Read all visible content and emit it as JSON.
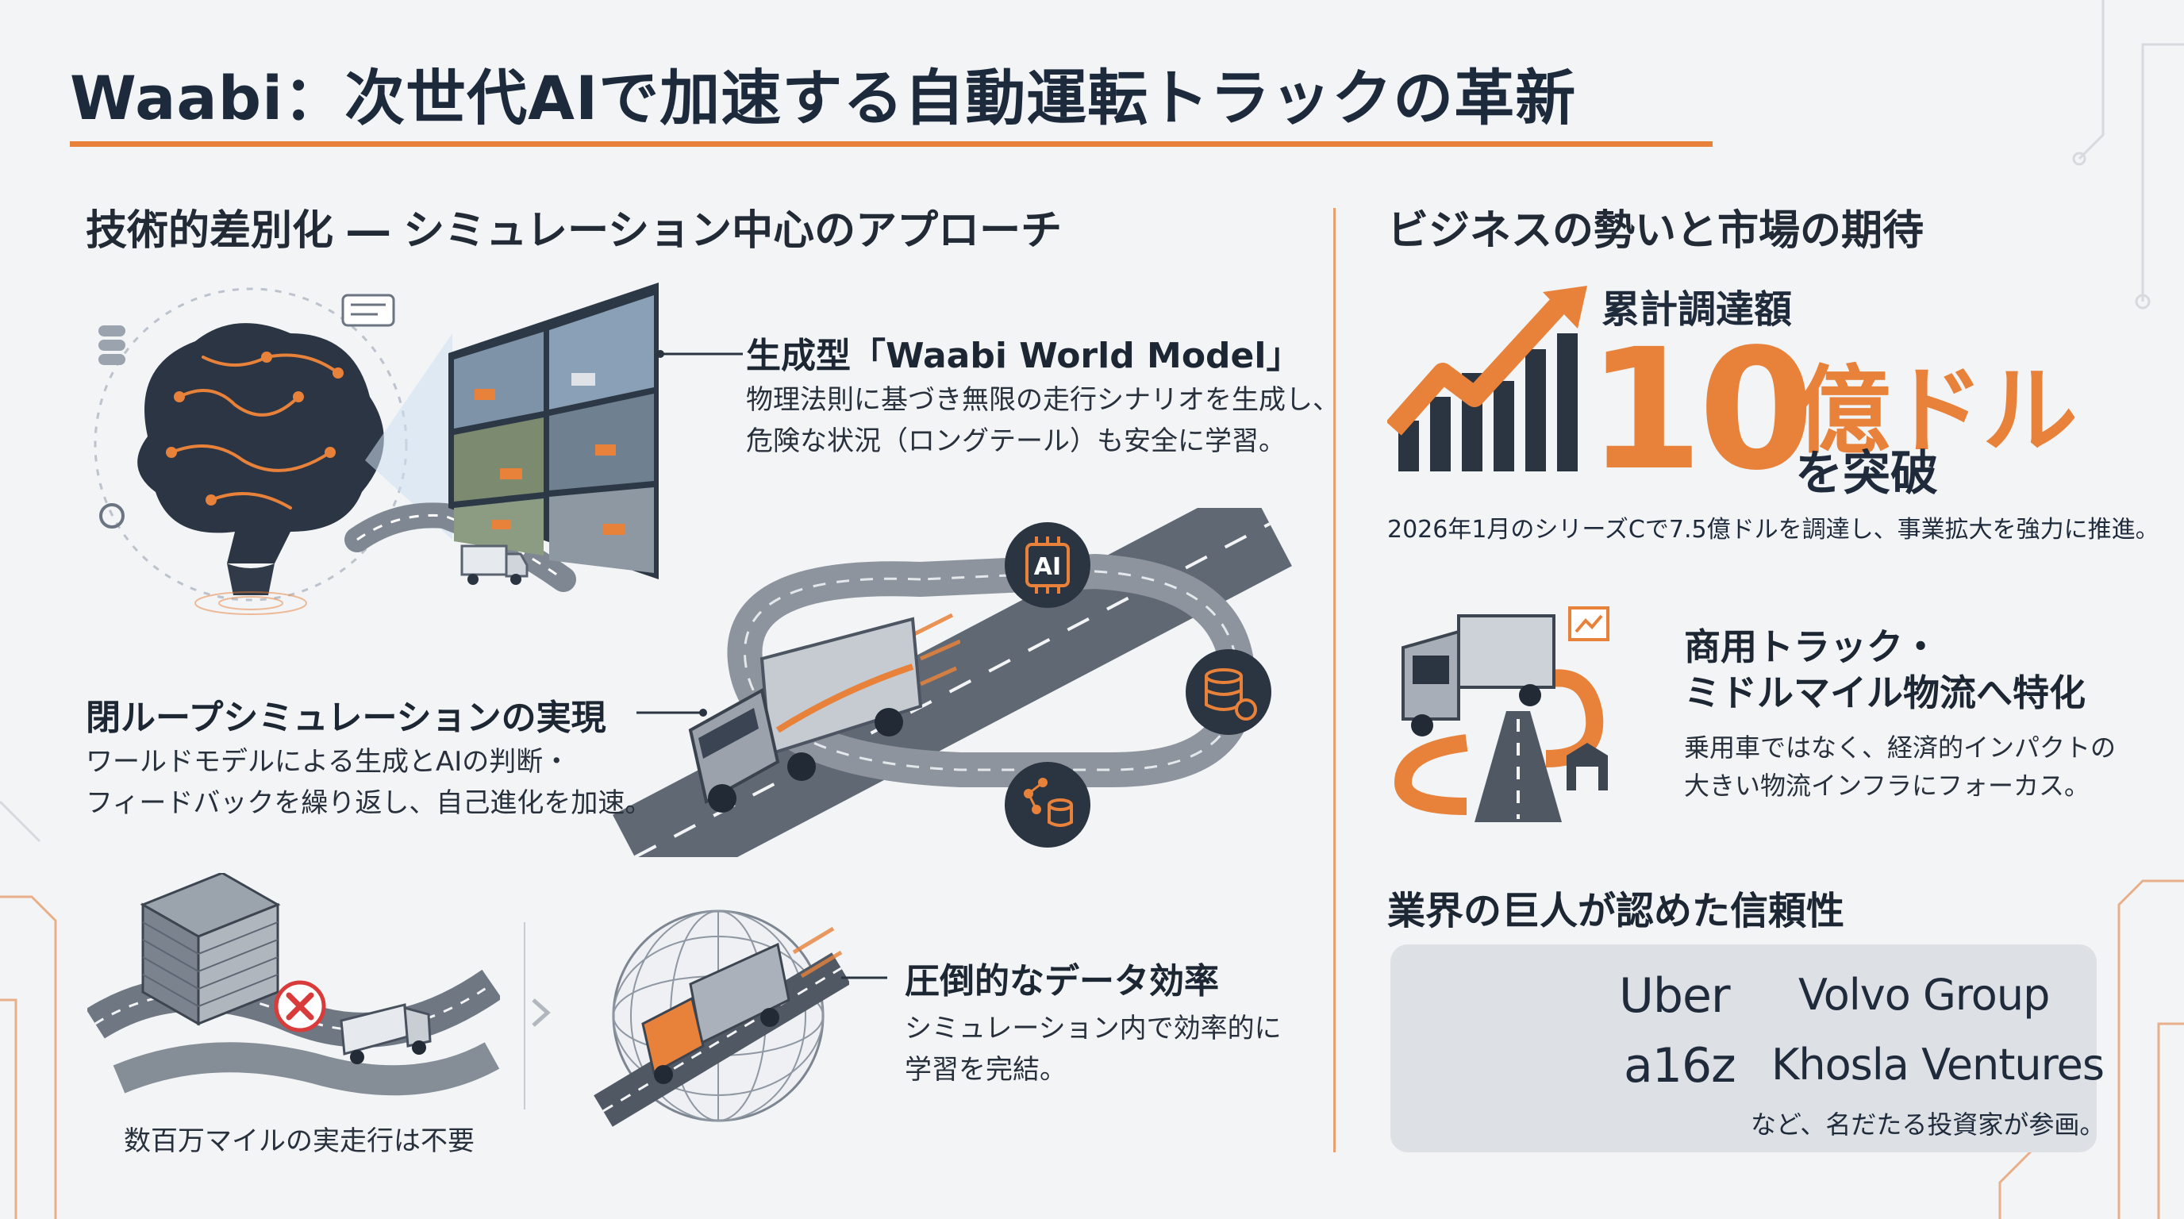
{
  "header": {
    "title": "Waabi：次世代AIで加速する自動運転トラックの革新"
  },
  "tech": {
    "heading": "技術的差別化 ― シミュレーション中心のアプローチ",
    "world_model": {
      "title": "生成型「Waabi World Model」",
      "desc": "物理法則に基づき無限の走行シナリオを生成し、\n危険な状況（ロングテール）も安全に学習。"
    },
    "closed_loop": {
      "title": "閉ループシミュレーションの実現",
      "desc": "ワールドモデルによる生成とAIの判断・\nフィードバックを繰り返し、自己進化を加速。"
    },
    "ai_chip_label": "AI",
    "no_miles_caption": "数百万マイルの実走行は不要",
    "data_efficiency": {
      "title": "圧倒的なデータ効率",
      "desc": "シミュレーション内で効率的に\n学習を完結。"
    }
  },
  "business": {
    "heading": "ビジネスの勢いと市場の期待",
    "funding": {
      "label": "累計調達額",
      "amount": "10",
      "unit": "億ドル",
      "suffix": "を突破",
      "note": "2026年1月のシリーズCで7.5億ドルを調達し、事業拡大を強力に推進。"
    },
    "focus": {
      "title": "商用トラック・\nミドルマイル物流へ特化",
      "desc": "乗用車ではなく、経済的インパクトの\n大きい物流インフラにフォーカス。"
    },
    "trust": {
      "heading": "業界の巨人が認めた信頼性",
      "investors": [
        "Uber",
        "Volvo Group",
        "a16z",
        "Khosla Ventures"
      ],
      "note": "など、名だたる投資家が参画。"
    }
  },
  "colors": {
    "accent": "#e8823a",
    "navy": "#1d2a3c",
    "gray": "#6b7280"
  }
}
